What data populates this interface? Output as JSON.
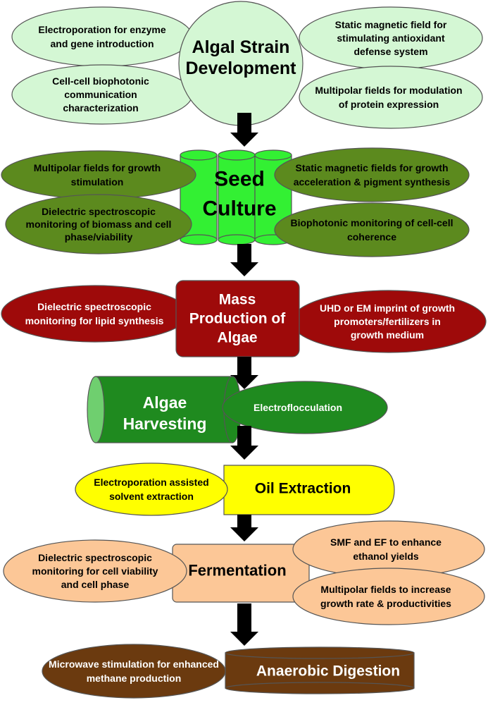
{
  "colors": {
    "stage1": "#d4f7d4",
    "stage2_cyl": "#33f033",
    "stage2_ell": "#5c8a1e",
    "stage3": "#9e0a0a",
    "stage4": "#1f8a1f",
    "stage5": "#ffff00",
    "stage6": "#fcc797",
    "stage7": "#6b3a0f",
    "arrow": "#000000"
  },
  "stages": {
    "strain": {
      "title": [
        "Algal Strain",
        "Development"
      ],
      "notes": {
        "electroporation": [
          "Electroporation for enzyme",
          "and gene introduction"
        ],
        "biophotonic": [
          "Cell-cell biophotonic",
          "communication",
          "characterization"
        ],
        "static_magnetic": [
          "Static magnetic field for",
          "stimulating antioxidant",
          "defense system"
        ],
        "multipolar": [
          "Multipolar fields for modulation",
          "of protein expression"
        ]
      }
    },
    "seed": {
      "title": [
        "Seed",
        "Culture"
      ],
      "notes": {
        "multipolar": [
          "Multipolar fields for growth",
          "stimulation"
        ],
        "dielectric": [
          "Dielectric spectroscopic",
          "monitoring of biomass and cell",
          "phase/viability"
        ],
        "static_magnetic": [
          "Static magnetic fields for growth",
          "acceleration & pigment synthesis"
        ],
        "biophotonic": [
          "Biophotonic monitoring of cell-cell",
          "coherence"
        ]
      }
    },
    "mass": {
      "title": [
        "Mass",
        "Production of",
        "Algae"
      ],
      "notes": {
        "dielectric": [
          "Dielectric spectroscopic",
          "monitoring for lipid synthesis"
        ],
        "uhd": [
          "UHD or EM imprint of growth",
          "promoters/fertilizers in",
          "growth medium"
        ]
      }
    },
    "harvest": {
      "title": [
        "Algae",
        "Harvesting"
      ],
      "notes": {
        "electroflocculation": [
          "Electroflocculation"
        ]
      }
    },
    "oil": {
      "title": [
        "Oil Extraction"
      ],
      "notes": {
        "electroporation": [
          "Electroporation assisted",
          "solvent extraction"
        ]
      }
    },
    "ferment": {
      "title": [
        "Fermentation"
      ],
      "notes": {
        "dielectric": [
          "Dielectric spectroscopic",
          "monitoring for cell viability",
          "and cell phase"
        ],
        "smf_ef": [
          "SMF and EF to enhance",
          "ethanol yields"
        ],
        "multipolar": [
          "Multipolar fields to increase",
          "growth rate & productivities"
        ]
      }
    },
    "digest": {
      "title": [
        "Anaerobic Digestion"
      ],
      "notes": {
        "microwave": [
          "Microwave stimulation for enhanced",
          "methane production"
        ]
      }
    }
  }
}
